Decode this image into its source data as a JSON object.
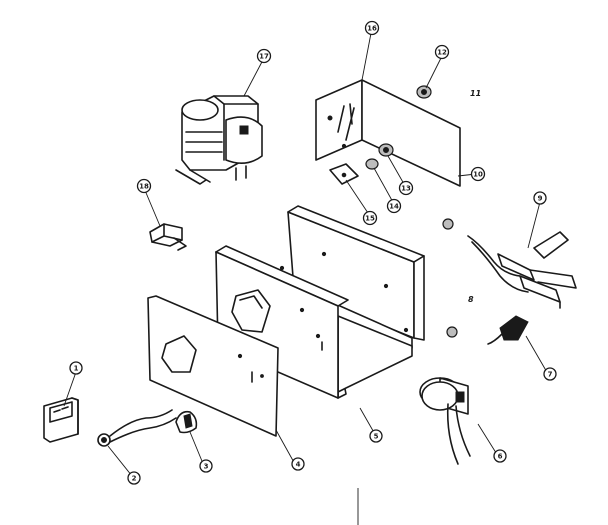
{
  "diagram": {
    "callouts": [
      {
        "id": "1",
        "label": "1"
      },
      {
        "id": "2",
        "label": "2"
      },
      {
        "id": "3",
        "label": "3"
      },
      {
        "id": "4",
        "label": "4"
      },
      {
        "id": "5",
        "label": "5"
      },
      {
        "id": "6",
        "label": "6"
      },
      {
        "id": "7",
        "label": "7"
      },
      {
        "id": "9",
        "label": "9"
      },
      {
        "id": "10",
        "label": "10"
      },
      {
        "id": "12",
        "label": "12"
      },
      {
        "id": "13",
        "label": "13"
      },
      {
        "id": "14",
        "label": "14"
      },
      {
        "id": "15",
        "label": "15"
      },
      {
        "id": "16",
        "label": "16"
      },
      {
        "id": "17",
        "label": "17"
      },
      {
        "id": "18",
        "label": "18"
      }
    ],
    "floating_labels": [
      {
        "id": "8",
        "label": "8"
      },
      {
        "id": "11",
        "label": "11"
      }
    ]
  }
}
